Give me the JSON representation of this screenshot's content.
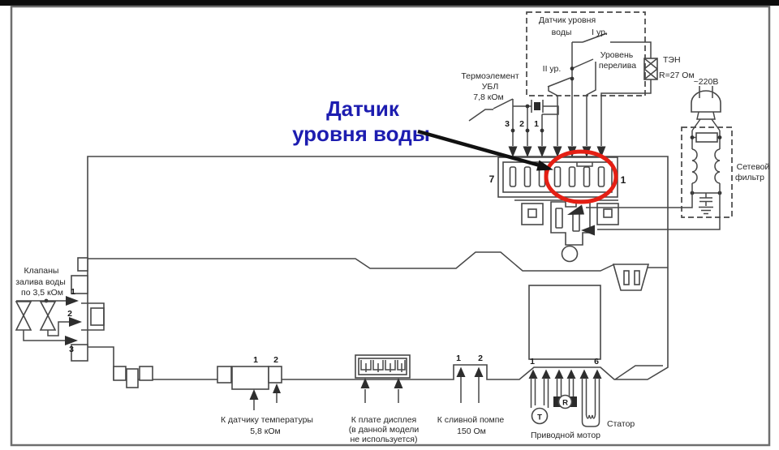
{
  "colors": {
    "annotation_blue": "#1d1db0",
    "highlight_red": "#e41f14",
    "line": "#474747",
    "frame": "#6e6e6e"
  },
  "annotation": {
    "line1": "Датчик",
    "line2": "уровня воды"
  },
  "level_sensor_box": {
    "title_line1": "Датчик уровня",
    "title_line2": "воды",
    "level1": "I ур.",
    "level2": "II ур.",
    "overflow_line1": "Уровень",
    "overflow_line2": "перелива"
  },
  "thermo": {
    "line1": "Термоэлемент",
    "line2": "УБЛ",
    "line3": "7,8 кОм",
    "pins": [
      "3",
      "2",
      "1"
    ]
  },
  "heater": {
    "name": "ТЭН",
    "value": "R=27 Ом"
  },
  "mains": {
    "label": "~220В"
  },
  "filter": {
    "line1": "Сетевой",
    "line2": "фильтр"
  },
  "main_connector": {
    "pin_left": "7",
    "pin_right": "1"
  },
  "valves": {
    "line1": "Клапаны",
    "line2": "залива воды",
    "line3": "по 3,5 кОм",
    "pins": [
      "1",
      "2",
      "3"
    ]
  },
  "temp_sensor": {
    "line1": "К датчику температуры",
    "line2": "5,8 кОм",
    "pins": [
      "1",
      "2"
    ]
  },
  "display": {
    "line1": "К плате дисплея",
    "line2": "(в данной модели",
    "line3": "не используется)"
  },
  "pump": {
    "line1": "К сливной помпе",
    "line2": "150 Ом",
    "pins": [
      "1",
      "2"
    ]
  },
  "motor": {
    "label": "Приводной мотор",
    "stator": "Статор",
    "tachometer": "T",
    "rotor": "R",
    "pin_first": "1",
    "pin_last": "6"
  }
}
